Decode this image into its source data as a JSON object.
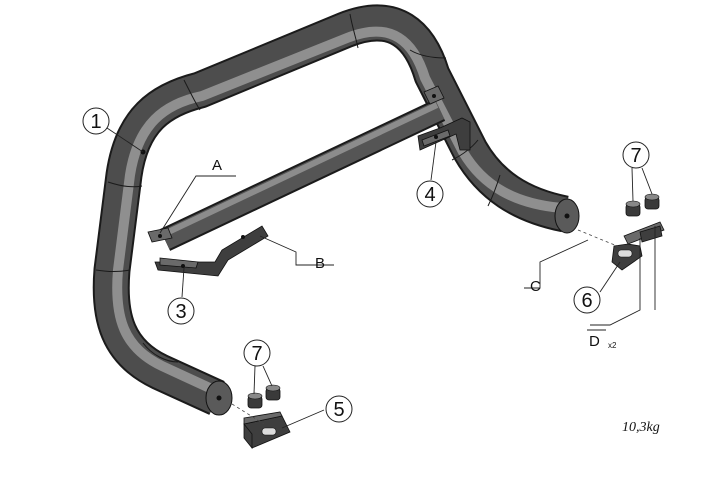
{
  "diagram": {
    "callouts": [
      {
        "id": "part-1",
        "label": "1"
      },
      {
        "id": "part-3",
        "label": "3"
      },
      {
        "id": "part-4",
        "label": "4"
      },
      {
        "id": "part-5",
        "label": "5"
      },
      {
        "id": "part-6",
        "label": "6"
      },
      {
        "id": "part-7-left",
        "label": "7"
      },
      {
        "id": "part-7-right",
        "label": "7"
      }
    ],
    "letters": {
      "a": "A",
      "b": "B",
      "c": "C",
      "d": "D"
    },
    "qty_note": "x2",
    "weight": "10,3kg"
  },
  "colors": {
    "tube_dark": "#2c2c2c",
    "tube_mid": "#6b6b6b",
    "tube_light": "#9a9a9a",
    "line": "#222222"
  }
}
